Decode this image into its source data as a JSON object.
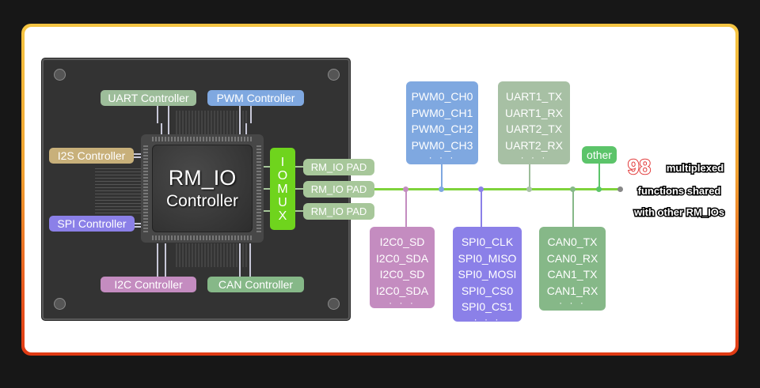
{
  "chip": {
    "title": "RM_IO",
    "subtitle": "Controller"
  },
  "iomux": [
    "I",
    "O",
    "M",
    "U",
    "X"
  ],
  "pads": [
    "RM_IO PAD",
    "RM_IO PAD",
    "RM_IO PAD"
  ],
  "controllers": {
    "uart": "UART Controller",
    "pwm": "PWM Controller",
    "i2s": "I2S Controller",
    "spi": "SPI Controller",
    "i2c": "I2C Controller",
    "can": "CAN Controller"
  },
  "function_groups": {
    "pwm": {
      "items": [
        "PWM0_CH0",
        "PWM0_CH1",
        "PWM0_CH2",
        "PWM0_CH3"
      ],
      "more": "· · ·"
    },
    "uart": {
      "items": [
        "UART1_TX",
        "UART1_RX",
        "UART2_TX",
        "UART2_RX"
      ],
      "more": "· · ·"
    },
    "other": {
      "label": "other"
    },
    "i2c": {
      "items": [
        "I2C0_SD",
        "I2C0_SDA",
        "I2C0_SD",
        "I2C0_SDA"
      ],
      "more": "· · ·"
    },
    "spi": {
      "items": [
        "SPI0_CLK",
        "SPI0_MISO",
        "SPI0_MOSI",
        "SPI0_CS0",
        "SPI0_CS1"
      ],
      "more": "· · ·"
    },
    "can": {
      "items": [
        "CAN0_TX",
        "CAN0_RX",
        "CAN1_TX",
        "CAN1_RX"
      ],
      "more": "· · ·"
    }
  },
  "note": {
    "count": "98",
    "line1": "multiplexed",
    "line2": "functions shared",
    "line3": "with other RM_IOs"
  },
  "colors": {
    "uart": "#9dbd9a",
    "pwm": "#7fa8e0",
    "i2s": "#c8b07a",
    "spi": "#8b80e8",
    "i2c": "#c48cc0",
    "can": "#86b888",
    "iomux": "#6fd41d",
    "bus": "#7fd33b",
    "other": "#5cc46a"
  }
}
